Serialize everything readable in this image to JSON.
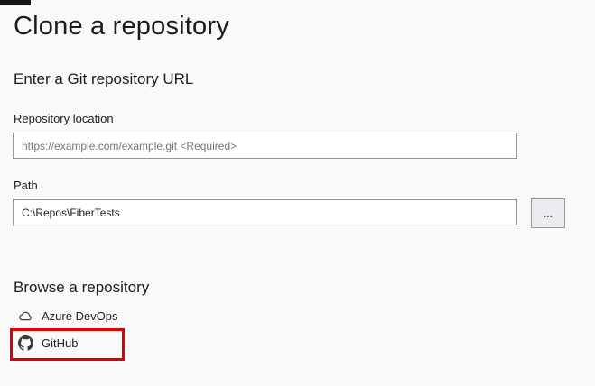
{
  "window": {
    "title": "Clone a repository"
  },
  "url_section": {
    "heading": "Enter a Git repository URL",
    "repo_location": {
      "label": "Repository location",
      "placeholder": "https://example.com/example.git <Required>",
      "value": ""
    },
    "path": {
      "label": "Path",
      "value": "C:\\Repos\\FiberTests"
    },
    "browse_button_label": "..."
  },
  "browse_section": {
    "heading": "Browse a repository",
    "providers": [
      {
        "label": "Azure DevOps",
        "icon": "cloud-icon",
        "highlighted": false
      },
      {
        "label": "GitHub",
        "icon": "github-icon",
        "highlighted": true
      }
    ]
  },
  "annotation": {
    "highlight_color": "#dd0000"
  },
  "colors": {
    "background": "#f9f9f9",
    "text_primary": "#1e1e1e",
    "input_border": "#949494",
    "placeholder_text": "#767676",
    "button_background": "#ececf0",
    "button_border": "#9a9aa3",
    "icon_gray": "#3c3c3c",
    "highlight_red": "#dd0000"
  }
}
